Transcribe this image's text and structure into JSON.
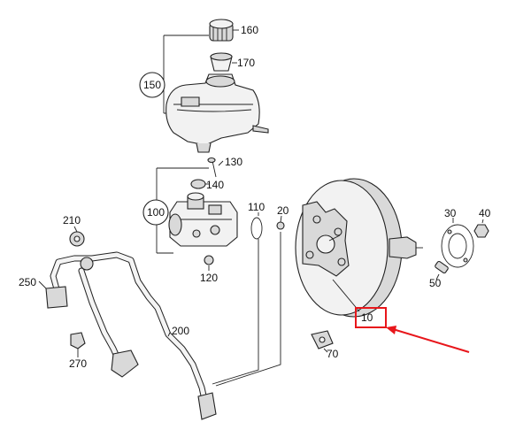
{
  "labels": {
    "p160": "160",
    "p170": "170",
    "p150": "150",
    "p130": "130",
    "p140": "140",
    "p100": "100",
    "p110": "110",
    "p20": "20",
    "p120": "120",
    "p210": "210",
    "p250": "250",
    "p270": "270",
    "p200": "200",
    "p30": "30",
    "p40": "40",
    "p50": "50",
    "p10": "10",
    "p70": "70"
  },
  "colors": {
    "highlight": "#e8161b",
    "linework": "#222222"
  }
}
